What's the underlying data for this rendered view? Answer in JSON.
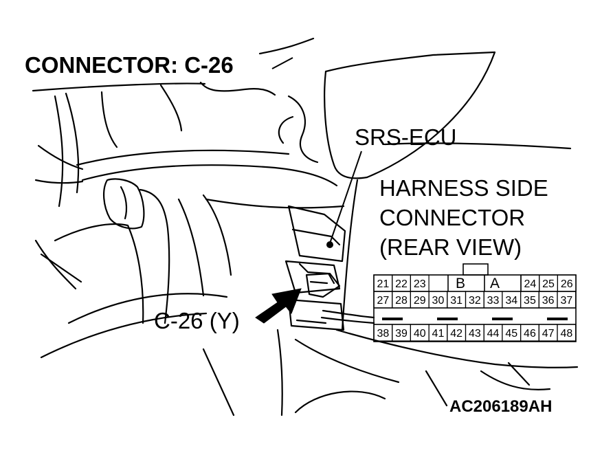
{
  "title": "CONNECTOR: C-26",
  "labels": {
    "ecu": "SRS-ECU",
    "harness_line1": "HARNESS SIDE",
    "harness_line2": "CONNECTOR",
    "harness_line3": "(REAR VIEW)",
    "connector_callout": "C-26 (Y)",
    "figure_code": "AC206189AH"
  },
  "connector": {
    "row1_left": [
      "21",
      "22",
      "23"
    ],
    "key_labels": [
      "B",
      "A"
    ],
    "row1_right": [
      "24",
      "25",
      "26"
    ],
    "row2": [
      "27",
      "28",
      "29",
      "30",
      "31",
      "32",
      "33",
      "34",
      "35",
      "36",
      "37"
    ],
    "row3": [
      "38",
      "39",
      "40",
      "41",
      "42",
      "43",
      "44",
      "45",
      "46",
      "47",
      "48"
    ]
  }
}
